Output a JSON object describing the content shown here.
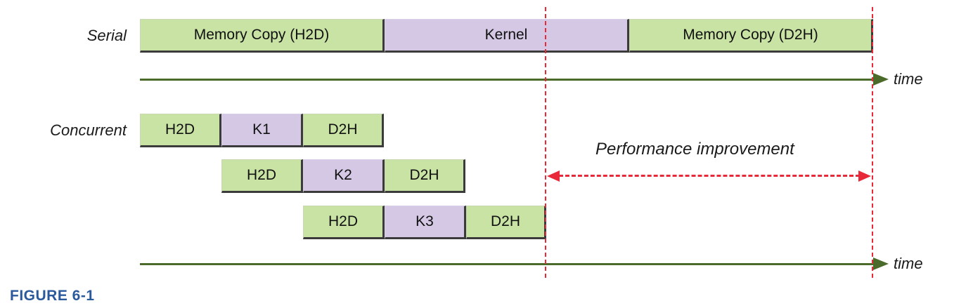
{
  "serial": {
    "label": "Serial",
    "bars": [
      {
        "name": "memory-copy-h2d-bar",
        "text": "Memory Copy (H2D)",
        "kind": "copy"
      },
      {
        "name": "kernel-bar",
        "text": "Kernel",
        "kind": "kernel"
      },
      {
        "name": "memory-copy-d2h-bar",
        "text": "Memory Copy (D2H)",
        "kind": "copy"
      }
    ],
    "axis_label": "time"
  },
  "concurrent": {
    "label": "Concurrent",
    "streams": [
      [
        {
          "text": "H2D",
          "kind": "copy"
        },
        {
          "text": "K1",
          "kind": "kernel"
        },
        {
          "text": "D2H",
          "kind": "copy"
        }
      ],
      [
        {
          "text": "H2D",
          "kind": "copy"
        },
        {
          "text": "K2",
          "kind": "kernel"
        },
        {
          "text": "D2H",
          "kind": "copy"
        }
      ],
      [
        {
          "text": "H2D",
          "kind": "copy"
        },
        {
          "text": "K3",
          "kind": "kernel"
        },
        {
          "text": "D2H",
          "kind": "copy"
        }
      ]
    ],
    "axis_label": "time"
  },
  "performance_label": "Performance improvement",
  "caption": "FIGURE 6-1",
  "colors": {
    "copy": "#c9e3a5",
    "kernel": "#d4c8e4",
    "axis": "#4a6b2a",
    "dashed": "#e8293a",
    "caption": "#2a5a9c"
  }
}
